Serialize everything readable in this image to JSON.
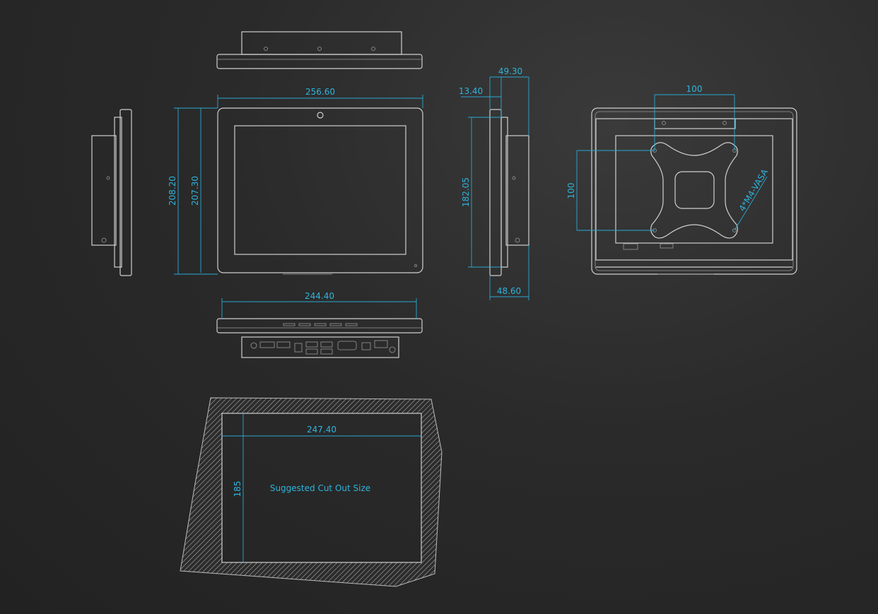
{
  "colors": {
    "dimension": "#2fb4dc",
    "outline": "#cfcfcf",
    "background": "#262626"
  },
  "dimensions": {
    "front_width": "256.60",
    "front_height_outer": "208.20",
    "front_height_inner": "207.30",
    "side_depth_total": "49.30",
    "side_bezel": "13.40",
    "side_height": "182.05",
    "side_bottom_depth": "48.60",
    "bottom_width": "244.40",
    "vesa_horizontal": "100",
    "vesa_vertical": "100",
    "vesa_screws": "4*M4-VASA",
    "cutout_width": "247.40",
    "cutout_height": "185"
  },
  "cutout_label": "Suggested Cut Out Size"
}
